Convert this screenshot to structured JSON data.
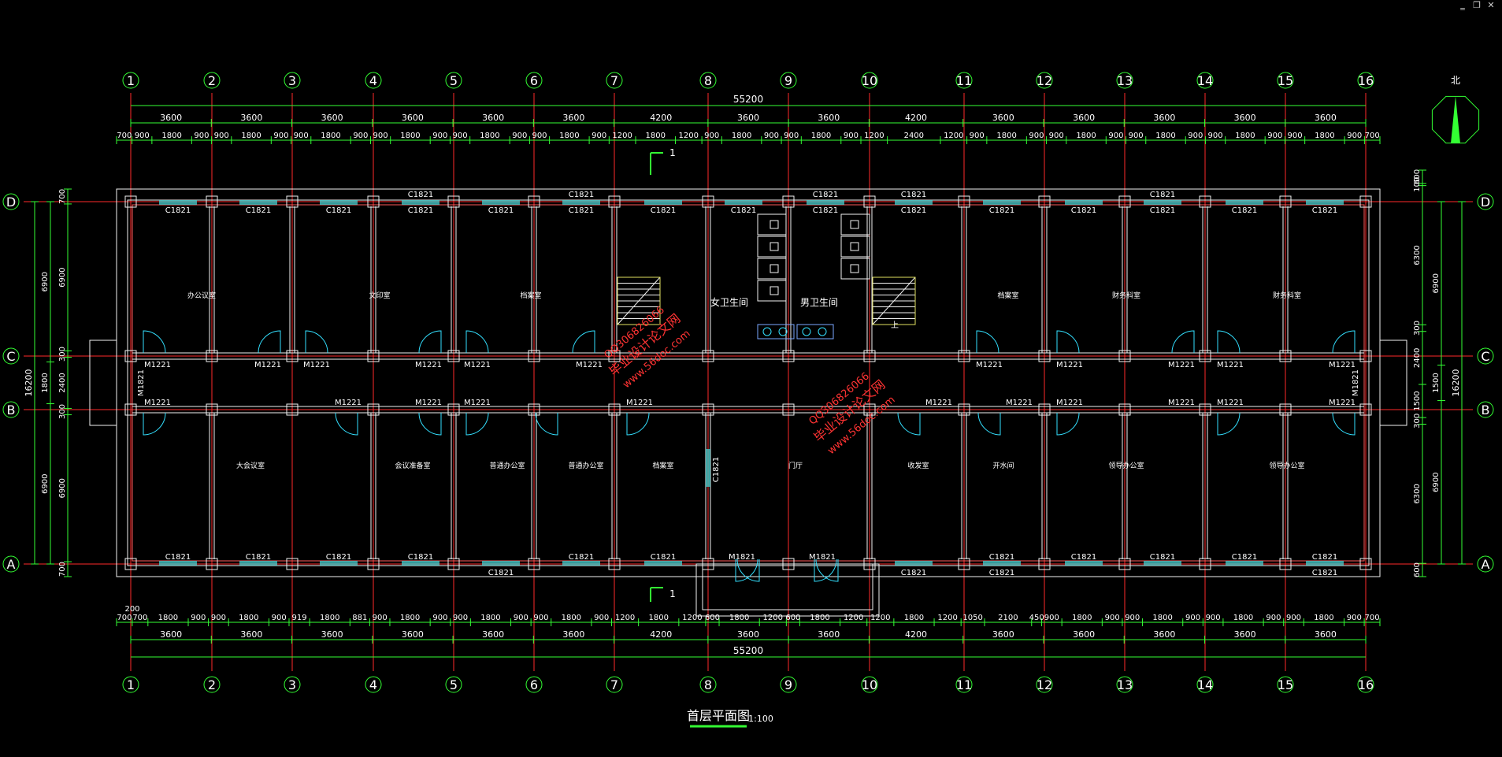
{
  "window": {
    "minimize_glyph": "‗",
    "restore_glyph": "❐",
    "close_glyph": "✕"
  },
  "colors": {
    "background": "#000000",
    "axis_line": "#ff2a2a",
    "wall": "#f2f2f2",
    "wall_outline": "#ff5a5a",
    "dimension": "#33ff33",
    "bubble": "#33ff33",
    "label": "#ffffff",
    "door": "#33e0ff",
    "window": "#44d0d0",
    "north_arrow": "#33ff33",
    "watermark": "#ff3333"
  },
  "drawing": {
    "title": "首层平面图",
    "scale": "1:100",
    "north_label": "北",
    "section_mark": "1",
    "vertical_axes": [
      "1",
      "2",
      "3",
      "4",
      "5",
      "6",
      "7",
      "8",
      "9",
      "10",
      "11",
      "12",
      "13",
      "14",
      "15",
      "16"
    ],
    "horizontal_axes": [
      "D",
      "C",
      "B",
      "A"
    ],
    "top_overall": "55200",
    "bottom_overall": "55200",
    "top_bays": [
      "3600",
      "3600",
      "3600",
      "3600",
      "3600",
      "3600",
      "4200",
      "3600",
      "3600",
      "4200",
      "3600",
      "3600",
      "3600",
      "3600",
      "3600"
    ],
    "top_details": [
      "700",
      "900",
      "1800",
      "900",
      "900",
      "1800",
      "900",
      "900",
      "1800",
      "900",
      "900",
      "1800",
      "900",
      "900",
      "1800",
      "900",
      "900",
      "1800",
      "900",
      "1200",
      "1800",
      "1200",
      "900",
      "1800",
      "900",
      "900",
      "1800",
      "900",
      "1200",
      "2400",
      "1200",
      "900",
      "1800",
      "900",
      "900",
      "1800",
      "900",
      "900",
      "1800",
      "900",
      "900",
      "1800",
      "900",
      "900",
      "1800",
      "900",
      "700"
    ],
    "bottom_details": [
      "700",
      "700",
      "1800",
      "900",
      "900",
      "1800",
      "900",
      "919",
      "1800",
      "881",
      "900",
      "1800",
      "900",
      "900",
      "1800",
      "900",
      "900",
      "1800",
      "900",
      "1200",
      "1800",
      "1200",
      "600",
      "1800",
      "1200",
      "600",
      "1800",
      "1200",
      "1200",
      "1800",
      "1200",
      "1050",
      "2100",
      "450",
      "900",
      "1800",
      "900",
      "900",
      "1800",
      "900",
      "900",
      "1800",
      "900",
      "900",
      "1800",
      "900",
      "700"
    ],
    "bottom_extra": "200",
    "bottom_bays": [
      "3600",
      "3600",
      "3600",
      "3600",
      "3600",
      "3600",
      "4200",
      "3600",
      "3600",
      "4200",
      "3600",
      "3600",
      "3600",
      "3600",
      "3600"
    ],
    "left_outer": [
      "700",
      "6900",
      "300",
      "2400",
      "300",
      "6900",
      "700"
    ],
    "left_inner": [
      "6900",
      "1800",
      "6900"
    ],
    "left_total": "16200",
    "right_outer": [
      "600",
      "100",
      "6300",
      "300",
      "2400",
      "1500",
      "300",
      "6300",
      "600"
    ],
    "right_inner": [
      "6900",
      "1500",
      "6900"
    ],
    "right_total": "16200",
    "windows_top_row": [
      "C1821",
      "C1821",
      "C1821",
      "C1821",
      "C1821",
      "C1821",
      "C1821",
      "C1821",
      "C1821",
      "C1821",
      "C1821",
      "C1821",
      "C1821",
      "C1821",
      "C1821"
    ],
    "windows_top_outer": [
      "C1821",
      "C1821",
      "C1821",
      "C1821",
      "C1821"
    ],
    "windows_bottom_row": [
      "C1821",
      "C1821",
      "C1821",
      "C1821",
      "C1821",
      "C1821",
      "C1821",
      "C1821",
      "C1821",
      "C1821",
      "C1821"
    ],
    "windows_bottom_outer": [
      "C1821",
      "C1821",
      "C1821",
      "C1821"
    ],
    "doors_c_axis": [
      "M1221",
      "M1221",
      "M1221",
      "M1221",
      "M1221",
      "M1221",
      "M1221",
      "M1221",
      "M1221",
      "M1221",
      "M1221"
    ],
    "doors_b_axis": [
      "M1221",
      "M1221",
      "M1221",
      "M1221",
      "M1221",
      "M1221",
      "M1221",
      "M1221",
      "M1221",
      "M1221",
      "M1221"
    ],
    "door_entrance": [
      "M1821",
      "M1821"
    ],
    "side_doors": [
      "M1821",
      "M1821"
    ],
    "hall_window": "C1821",
    "rooms_north": [
      "办公议室",
      "文印室",
      "档案室",
      "女卫生间",
      "男卫生间",
      "档案室",
      "财务科室",
      "财务科室"
    ],
    "rooms_south": [
      "大会议室",
      "会议准备室",
      "普通办公室",
      "普通办公室",
      "档案室",
      "门厅",
      "收发室",
      "开水间",
      "领导办公室",
      "领导办公室"
    ],
    "stair_up": "上",
    "watermark_line1": "毕业设计论文网",
    "watermark_line2": "www.56doc.com",
    "watermark_line3": "QQ306826066"
  }
}
